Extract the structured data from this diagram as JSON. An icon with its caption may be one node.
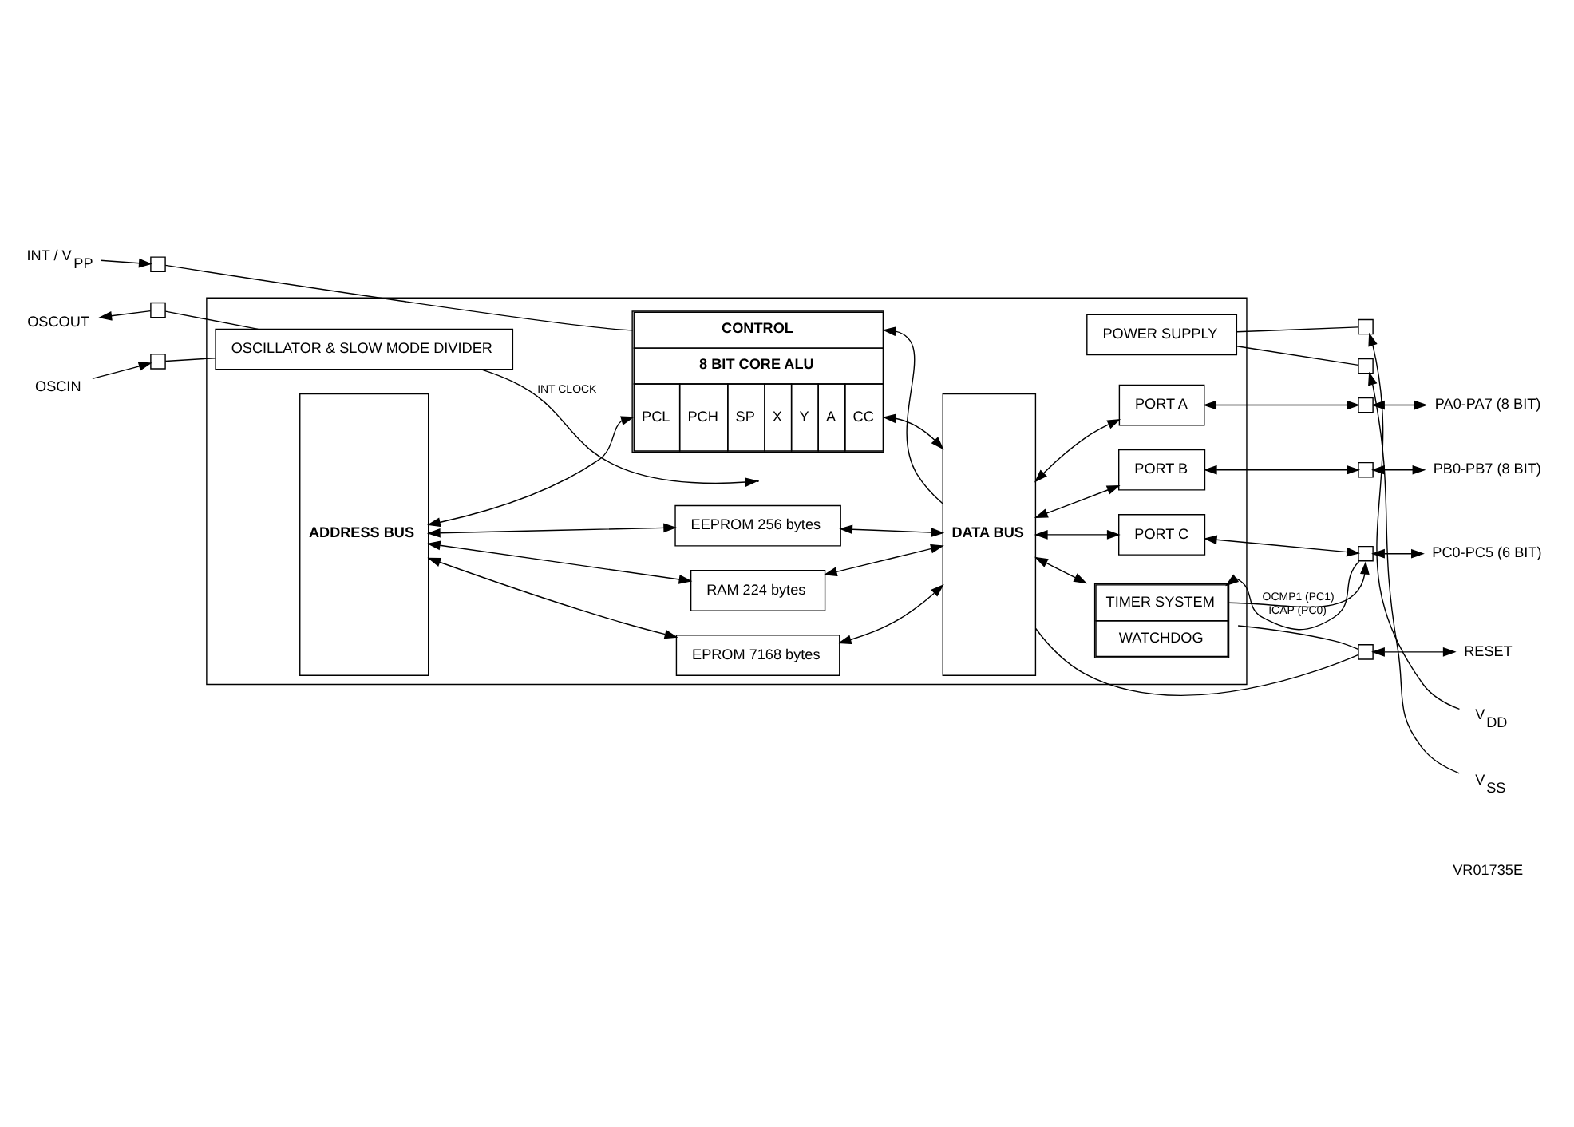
{
  "diagram": {
    "nodes": [
      {
        "text": [],
        "shape": "box"
      },
      {
        "text": [
          "OSCIN"
        ]
      },
      {
        "text": [],
        "shape": "box"
      },
      {
        "text": [
          "OSCILLATOR & SLOW MODE DIVIDER"
        ],
        "in": 0
      },
      {
        "text": [
          "DATA BUS"
        ],
        "in": 0
      },
      {
        "text": [
          "PORT A"
        ],
        "in": 0
      },
      {
        "text": [],
        "shape": "box"
      },
      {
        "text": [
          "PA0-PA7 (8 BIT)"
        ]
      },
      {
        "text": [
          "OSCOUT"
        ]
      },
      {
        "text": [],
        "shape": "box"
      },
      {
        "text": [
          "PORT B"
        ],
        "in": 0
      },
      {
        "text": [],
        "shape": "box"
      },
      {
        "text": [
          "PB0-PB7 (8 BIT)"
        ]
      },
      {
        "text": [
          "INT / V$_{PP}$"
        ]
      },
      {
        "text": [],
        "shape": "box"
      },
      {
        "text": [
          "CONTROL",
          "8 BIT CORE ALU",
          "PCL",
          "PCH",
          "SP",
          "X",
          "Y",
          "A",
          "CC"
        ],
        "in": 0
      },
      {
        "text": [
          "PORT C"
        ],
        "in": 0
      },
      {
        "text": [],
        "shape": "box"
      },
      {
        "text": [
          "PC0-PC5 (6 BIT)"
        ]
      },
      {
        "text": [
          "TIMER SYSTEM",
          "WATCHDOG"
        ],
        "in": 0
      },
      {
        "text": [],
        "shape": "box"
      },
      {
        "text": [
          "RESET"
        ]
      },
      {
        "text": [
          "ADDRESS BUS"
        ],
        "in": 0
      },
      {
        "text": [
          "EPROM 7168 bytes"
        ],
        "in": 0
      },
      {
        "text": [
          "RAM 224 bytes"
        ],
        "in": 0
      },
      {
        "text": [
          "EEPROM 256 bytes"
        ],
        "in": 0
      },
      {
        "text": [
          "POWER SUPPLY"
        ],
        "in": 0
      },
      {
        "text": [],
        "shape": "box"
      },
      {
        "text": [
          "V$_{DD}$"
        ]
      },
      {
        "text": [],
        "shape": "box"
      },
      {
        "text": [
          "V$_{SS}$"
        ]
      }
    ],
    "edges": [
      {
        "from": 1,
        "to": 2,
        "arrow": "to"
      },
      {
        "from": 2,
        "to": 3,
        "arrow": "none"
      },
      {
        "from": 3,
        "to": 9,
        "arrow": "none"
      },
      {
        "from": 9,
        "to": 8,
        "arrow": "to"
      },
      {
        "from": 3,
        "to": null,
        "arrow": "to",
        "label": "INT CLOCK"
      },
      {
        "from": 13,
        "to": 14,
        "arrow": "to"
      },
      {
        "from": 14,
        "to": 15,
        "arrow": "none"
      },
      {
        "from": 4,
        "to": 15,
        "arrow": "to"
      },
      {
        "from": 4,
        "to": 5,
        "arrow": "both"
      },
      {
        "from": 5,
        "to": 6,
        "arrow": "both"
      },
      {
        "from": 6,
        "to": 7,
        "arrow": "both"
      },
      {
        "from": 4,
        "to": 10,
        "arrow": "both"
      },
      {
        "from": 10,
        "to": 11,
        "arrow": "both"
      },
      {
        "from": 11,
        "to": 12,
        "arrow": "both"
      },
      {
        "from": 4,
        "to": 16,
        "arrow": "both"
      },
      {
        "from": 16,
        "to": 17,
        "arrow": "both"
      },
      {
        "from": 17,
        "to": 18,
        "arrow": "both"
      },
      {
        "from": 4,
        "to": 19,
        "arrow": "both"
      },
      {
        "from": 17,
        "to": 19,
        "arrow": "to",
        "label": "ICAP (PC0)"
      },
      {
        "from": 19,
        "to": 17,
        "arrow": "to",
        "label": "OCMP1 (PC1)"
      },
      {
        "from": 19,
        "to": 20,
        "arrow": "none"
      },
      {
        "from": 4,
        "to": 20,
        "arrow": "none"
      },
      {
        "from": 20,
        "to": 21,
        "arrow": "both"
      },
      {
        "from": 15,
        "to": 4,
        "arrow": "both"
      },
      {
        "from": 15,
        "to": 22,
        "arrow": "both"
      },
      {
        "from": 22,
        "to": 23,
        "arrow": "both"
      },
      {
        "from": 23,
        "to": 4,
        "arrow": "both"
      },
      {
        "from": 22,
        "to": 24,
        "arrow": "both"
      },
      {
        "from": 24,
        "to": 4,
        "arrow": "both"
      },
      {
        "from": 22,
        "to": 25,
        "arrow": "both"
      },
      {
        "from": 25,
        "to": 4,
        "arrow": "both"
      },
      {
        "from": 26,
        "to": 27,
        "arrow": "none"
      },
      {
        "from": 28,
        "to": 27,
        "arrow": "to"
      },
      {
        "from": 26,
        "to": 29,
        "arrow": "none"
      },
      {
        "from": 30,
        "to": 29,
        "arrow": "to"
      }
    ],
    "labels": [
      "VR01735E"
    ]
  }
}
